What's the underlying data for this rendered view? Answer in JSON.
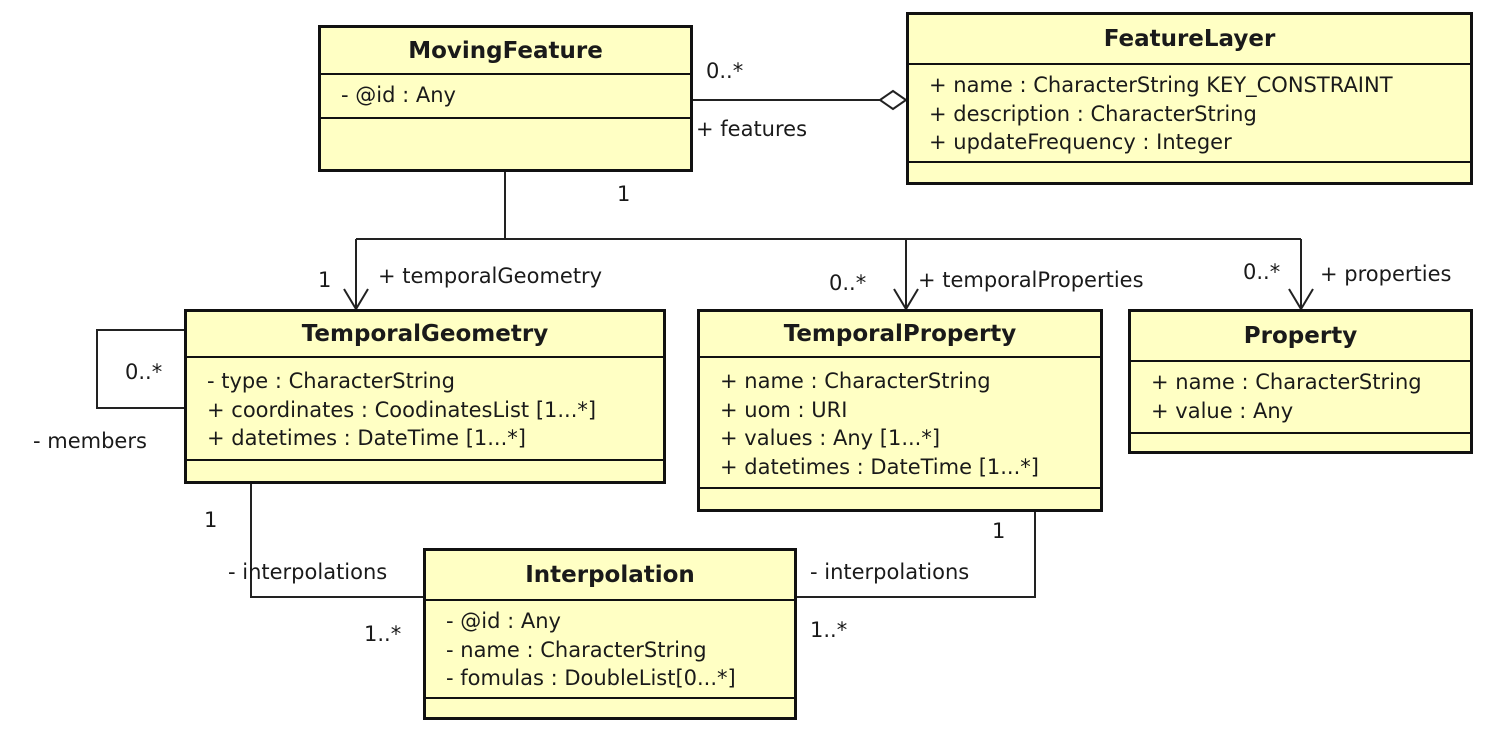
{
  "classes": {
    "moving_feature": {
      "name": "MovingFeature",
      "attrs": [
        "- @id : Any"
      ]
    },
    "feature_layer": {
      "name": "FeatureLayer",
      "attrs": [
        "+ name : CharacterString KEY_CONSTRAINT",
        "+ description : CharacterString",
        "+ updateFrequency : Integer"
      ]
    },
    "temporal_geometry": {
      "name": "TemporalGeometry",
      "attrs": [
        "- type : CharacterString",
        "+ coordinates : CoodinatesList [1...*]",
        "+ datetimes : DateTime [1...*]"
      ]
    },
    "temporal_property": {
      "name": "TemporalProperty",
      "attrs": [
        "+ name : CharacterString",
        "+ uom : URI",
        "+ values : Any [1...*]",
        "+ datetimes : DateTime [1...*]"
      ]
    },
    "property": {
      "name": "Property",
      "attrs": [
        "+ name : CharacterString",
        "+ value : Any"
      ]
    },
    "interpolation": {
      "name": "Interpolation",
      "attrs": [
        "- @id : Any",
        "- name : CharacterString",
        "- fomulas : DoubleList[0...*]"
      ]
    }
  },
  "labels": {
    "features_mult": "0..*",
    "features_role": "+ features",
    "moving_feature_mult": "1",
    "temporal_geometry_mult": "1",
    "temporal_geometry_role": "+ temporalGeometry",
    "temporal_properties_mult": "0..*",
    "temporal_properties_role": "+ temporalProperties",
    "properties_mult": "0..*",
    "properties_role": "+ properties",
    "members_mult": "0..*",
    "members_role": "- members",
    "geom_interp_src_mult": "1",
    "geom_interp_role": "- interpolations",
    "geom_interp_tgt_mult": "1..*",
    "prop_interp_src_mult": "1",
    "prop_interp_role": "- interpolations",
    "prop_interp_tgt_mult": "1..*"
  }
}
